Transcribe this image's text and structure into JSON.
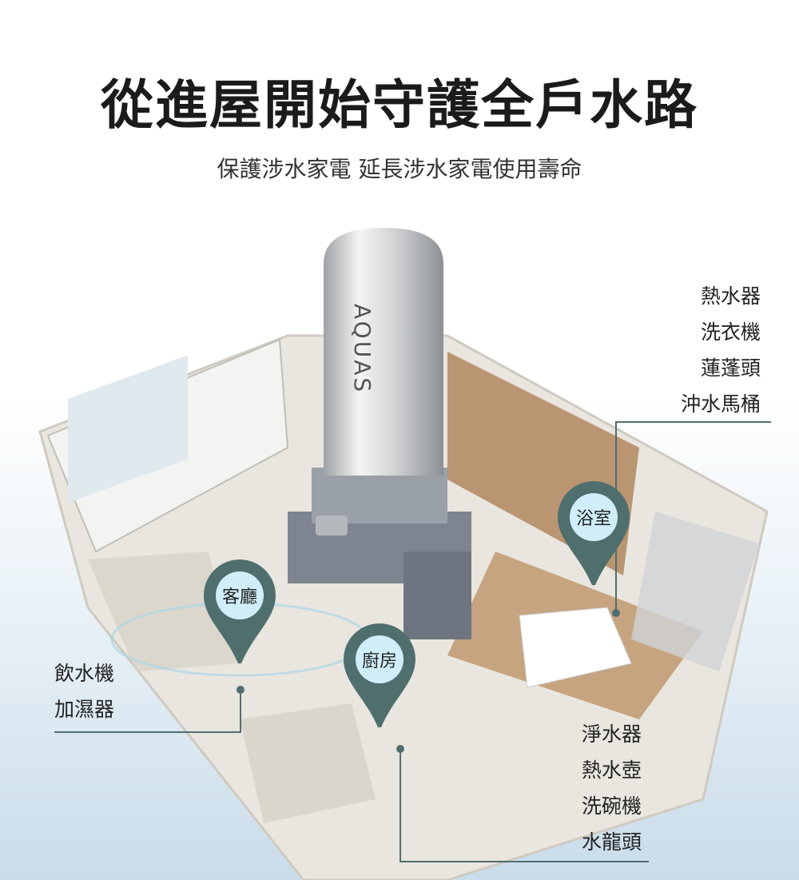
{
  "title": "從進屋開始守護全戶水路",
  "subtitle": "保護涉水家電 延長涉水家電使用壽命",
  "product": {
    "brand": "AQUAS"
  },
  "pins": {
    "living_room": "客廳",
    "kitchen": "廚房",
    "bathroom": "浴室"
  },
  "bathroom_list": [
    "熱水器",
    "洗衣機",
    "蓮蓬頭",
    "沖水馬桶"
  ],
  "living_list": [
    "飲水機",
    "加濕器"
  ],
  "kitchen_list": [
    "淨水器",
    "熱水壺",
    "洗碗機",
    "水龍頭"
  ],
  "colors": {
    "pin": "#4f6e6e",
    "pin_inner": "#cfeef9"
  }
}
